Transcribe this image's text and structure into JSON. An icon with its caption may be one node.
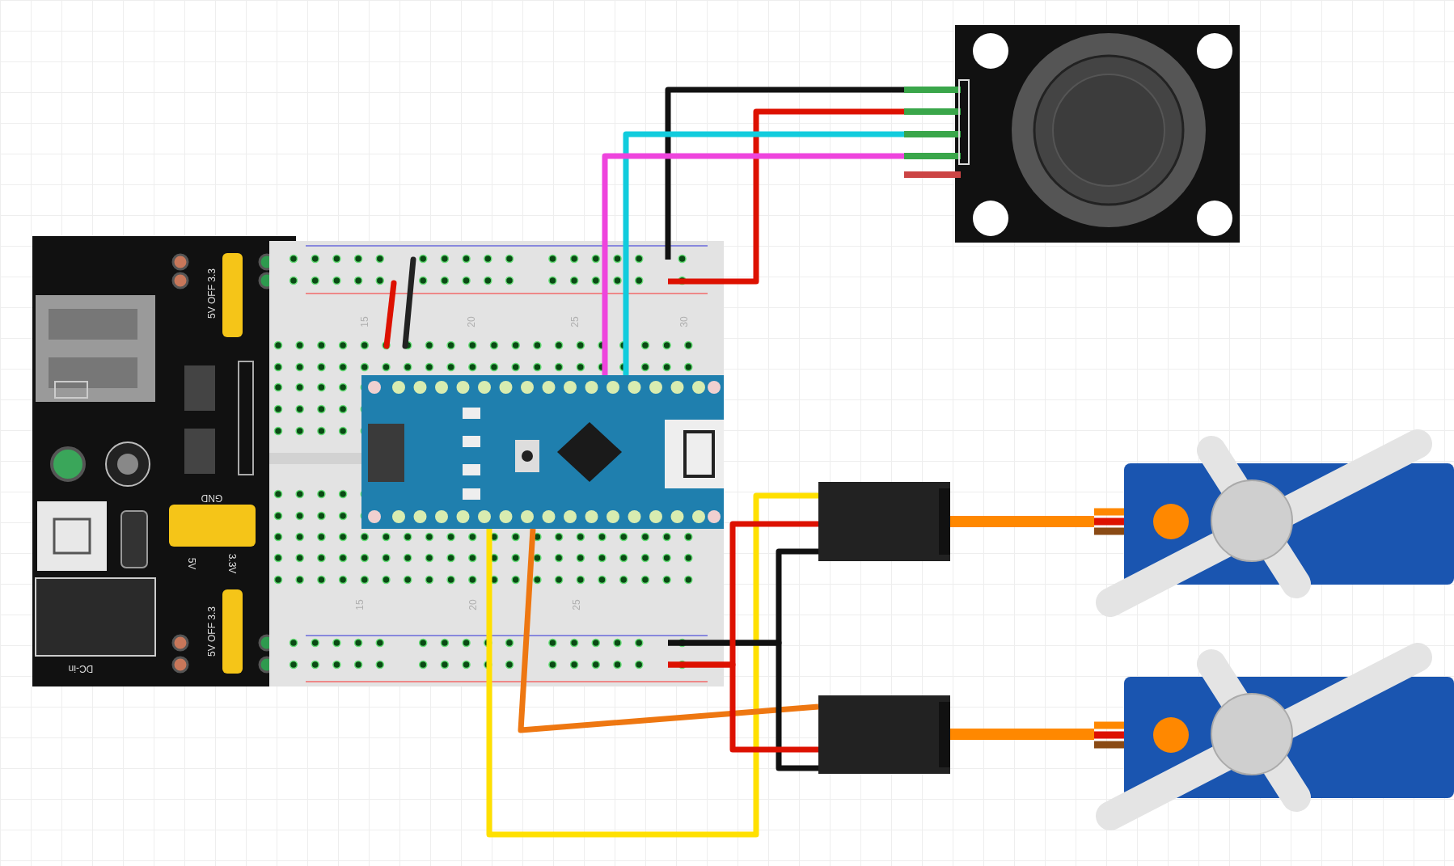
{
  "diagram": {
    "nodes": [
      {
        "text": [
          "5V OFF 3.3",
          "GND",
          "5V",
          "3.3V",
          "5V OFF 3.3",
          "DC-in"
        ]
      },
      {
        "text": [
          "15",
          "20",
          "25",
          "30",
          "15",
          "20",
          "25"
        ]
      },
      {
        "text": [],
        "shape": "picture",
        "in": 1
      },
      {
        "text": [],
        "shape": "picture"
      },
      {
        "text": [],
        "shape": "box"
      },
      {
        "text": [],
        "shape": "picture"
      },
      {
        "text": [],
        "shape": "box"
      },
      {
        "text": [],
        "shape": "picture"
      }
    ],
    "edges": [
      {
        "from": 3,
        "to": 1,
        "arrow": "none",
        "color": "#111111"
      },
      {
        "from": 3,
        "to": 1,
        "arrow": "none",
        "color": "#dd1100"
      },
      {
        "from": 3,
        "to": 2,
        "arrow": "none",
        "color": "#11ccdd"
      },
      {
        "from": 3,
        "to": 2,
        "arrow": "none",
        "color": "#ee44dd"
      },
      {
        "from": 2,
        "to": 4,
        "arrow": "none",
        "color": "#ffe000"
      },
      {
        "from": 2,
        "to": 6,
        "arrow": "none",
        "color": "#ee7711"
      },
      {
        "from": 1,
        "to": 4,
        "arrow": "none",
        "color": "#111111"
      },
      {
        "from": 1,
        "to": 6,
        "arrow": "none",
        "color": "#111111"
      },
      {
        "from": 1,
        "to": 4,
        "arrow": "none",
        "color": "#dd1100"
      },
      {
        "from": 1,
        "to": 6,
        "arrow": "none",
        "color": "#dd1100"
      },
      {
        "from": 4,
        "to": 5,
        "arrow": "none",
        "style": "thick",
        "color": "#ff8800"
      },
      {
        "from": 6,
        "to": 7,
        "arrow": "none",
        "style": "thick",
        "color": "#ff8800"
      }
    ]
  }
}
